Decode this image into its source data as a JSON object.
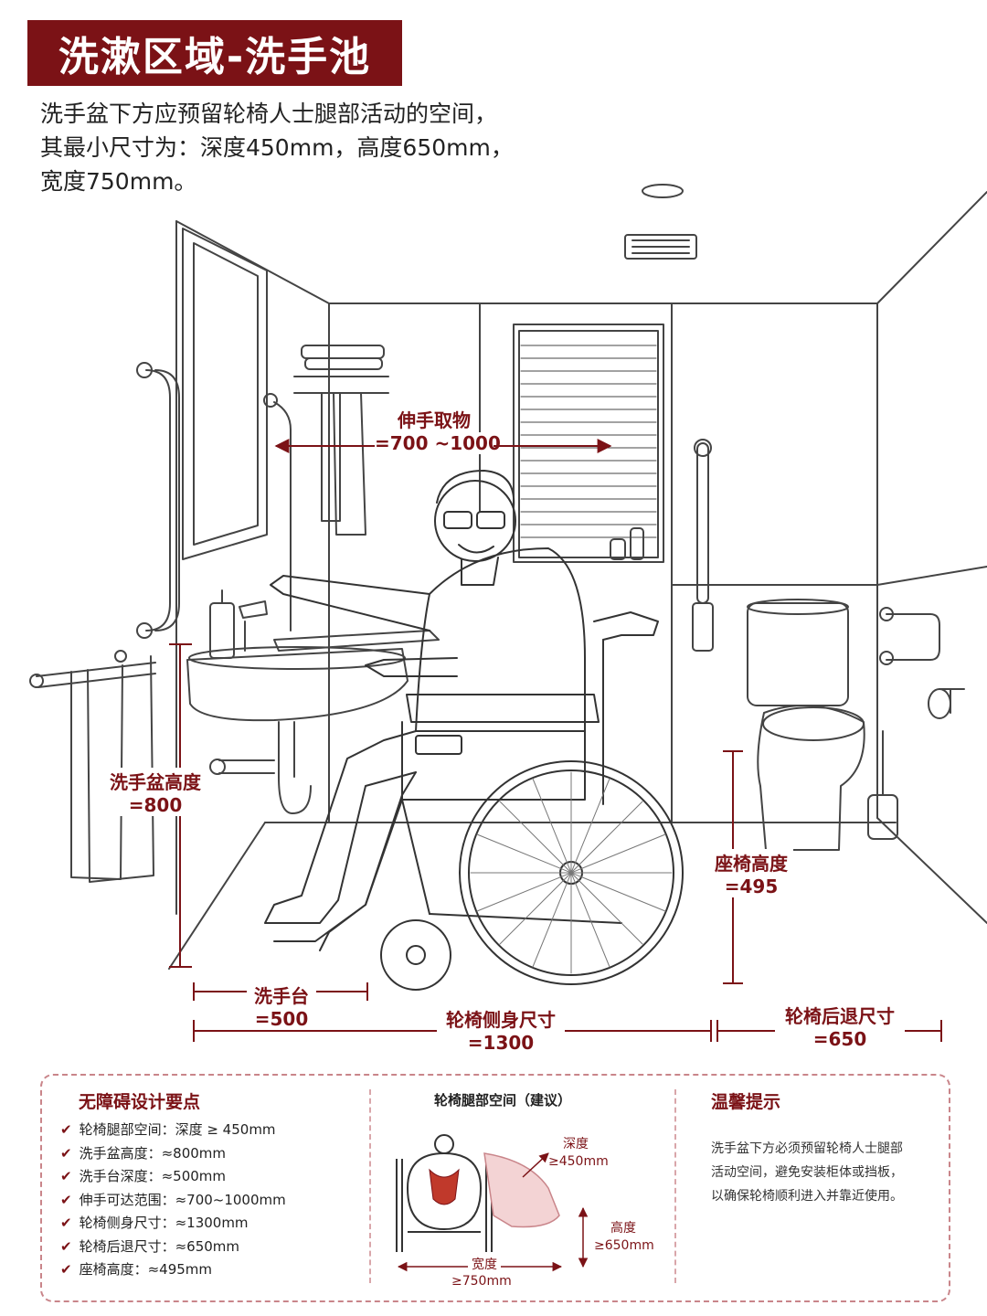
{
  "header": {
    "title": "洗漱区域-洗手池",
    "intro_lines": [
      "洗手盆下方应预留轮椅人士腿部活动的空间，",
      "其最小尺寸为：深度450mm，高度650mm，",
      "宽度750mm。"
    ]
  },
  "dimensions": {
    "reach": {
      "label": "伸手取物",
      "value": "=700 ~1000"
    },
    "basin_height": {
      "label": "洗手盆高度",
      "value": "=800"
    },
    "seat_height": {
      "label": "座椅高度",
      "value": "=495"
    },
    "counter": {
      "label": "洗手台",
      "value": "=500"
    },
    "wheelchair_side": {
      "label": "轮椅侧身尺寸",
      "value": "=1300"
    },
    "wheelchair_back": {
      "label": "轮椅后退尺寸",
      "value": "=650"
    }
  },
  "design_points": {
    "title": "无障碍设计要点",
    "items": [
      "轮椅腿部空间：深度 ≥ 450mm",
      "洗手盆高度：≈800mm",
      "洗手台深度：≈500mm",
      "伸手可达范围：≈700~1000mm",
      "轮椅侧身尺寸：≈1300mm",
      "轮椅后退尺寸：≈650mm",
      "座椅高度：≈495mm"
    ]
  },
  "leg_space": {
    "title": "轮椅腿部空间（建议）",
    "depth_label": "深度",
    "depth_value": "≥450mm",
    "height_label": "高度",
    "height_value": "≥650mm",
    "width_label": "宽度",
    "width_value": "≥750mm"
  },
  "tips": {
    "title": "温馨提示",
    "lines": [
      "洗手盆下方必须预留轮椅人士腿部",
      "活动空间，避免安装柜体或挡板，",
      "以确保轮椅顺利进入并靠近使用。"
    ]
  },
  "colors": {
    "accent": "#7b1216",
    "line": "#333333",
    "soft": "#d98c92"
  }
}
